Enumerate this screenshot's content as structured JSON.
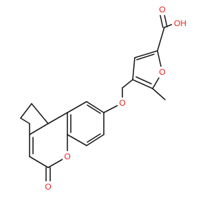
{
  "colors": {
    "bond": "#1a1a1a",
    "oxygen": "#e8201c",
    "background": "#ffffff"
  },
  "labels": {
    "o_hydroxyl": "OH",
    "o_carbonyl_acid": "O",
    "o_furan": "O",
    "o_ether": "O",
    "o_lactone_ring": "O",
    "o_lactone_carbonyl": "O"
  }
}
